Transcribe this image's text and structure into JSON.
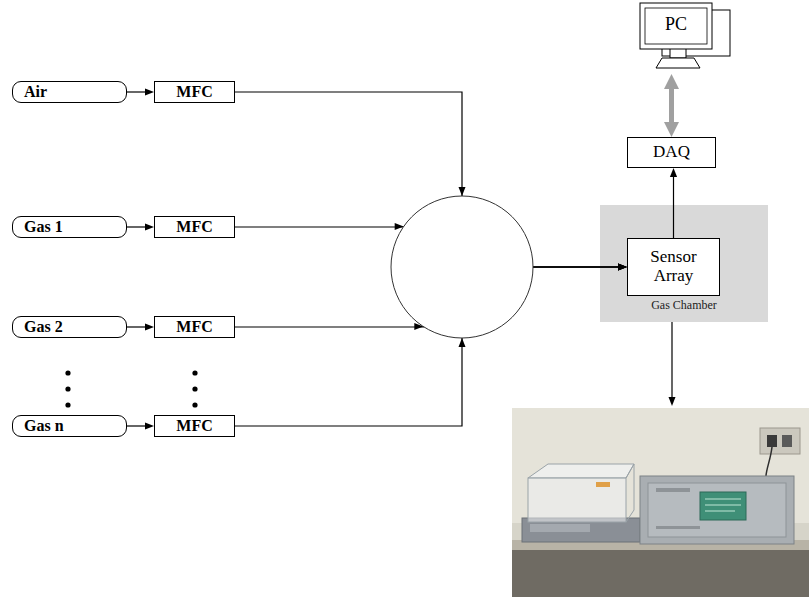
{
  "diagram": {
    "nodes": [
      {
        "text": [
          "Air"
        ]
      },
      {
        "text": [
          "MFC"
        ]
      },
      {
        "text": [
          "Gas 1"
        ]
      },
      {
        "text": [
          "MFC"
        ]
      },
      {
        "text": [
          "Gas 2"
        ]
      },
      {
        "text": [
          "MFC"
        ]
      },
      {
        "text": [
          "Gas n"
        ]
      },
      {
        "text": [
          "MFC"
        ]
      },
      {
        "text": [
          "PC"
        ]
      },
      {
        "text": [
          "DAQ"
        ]
      },
      {
        "text": [
          "Gas Chamber"
        ]
      },
      {
        "text": [
          "Sensor Array"
        ],
        "in": 10
      }
    ],
    "edges": [
      {
        "from": 0,
        "to": 1,
        "arrow": "to"
      },
      {
        "from": 2,
        "to": 3,
        "arrow": "to"
      },
      {
        "from": 4,
        "to": 5,
        "arrow": "to"
      },
      {
        "from": 6,
        "to": 7,
        "arrow": "to"
      },
      {
        "from": 1,
        "to": 11,
        "arrow": "to"
      },
      {
        "from": 3,
        "to": 11,
        "arrow": "to"
      },
      {
        "from": 5,
        "to": 11,
        "arrow": "to"
      },
      {
        "from": 7,
        "to": 11,
        "arrow": "to"
      },
      {
        "from": 11,
        "to": 9,
        "arrow": "to"
      },
      {
        "from": 9,
        "to": 8,
        "arrow": "both"
      }
    ]
  }
}
